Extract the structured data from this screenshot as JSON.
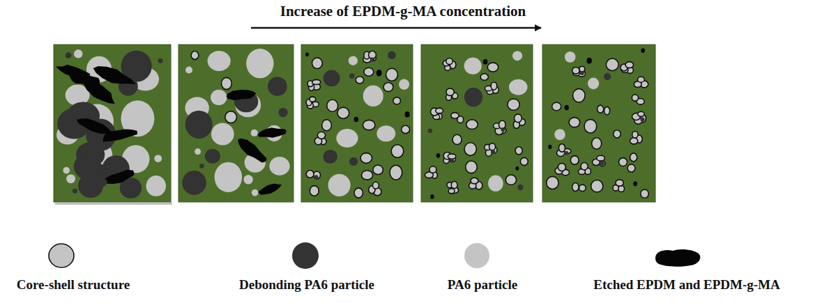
{
  "diagram": {
    "title": "Increase of EPDM-g-MA concentration",
    "legend": [
      {
        "text": "Core-shell structure"
      },
      {
        "text": "Debonding PA6 particle"
      },
      {
        "text": "PA6 particle"
      },
      {
        "text": "Etched EPDM and EPDM-g-MA"
      }
    ]
  }
}
